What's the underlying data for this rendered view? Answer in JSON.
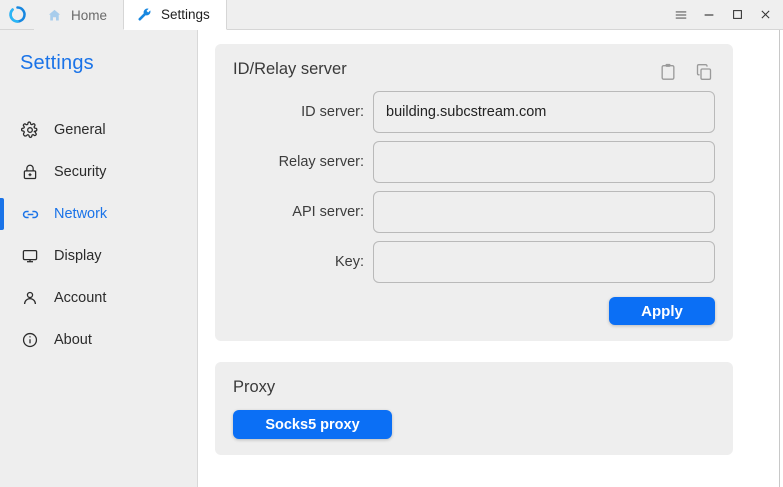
{
  "window": {
    "app_logo_icon": "rustdesk-circular-arrow-logo",
    "tabs": [
      {
        "label": "Home",
        "icon": "home-icon",
        "active": false
      },
      {
        "label": "Settings",
        "icon": "wrench-icon",
        "active": true
      }
    ],
    "controls": [
      {
        "name": "menu",
        "icon": "hamburger-menu-icon",
        "glyph": "☰"
      },
      {
        "name": "minimize",
        "icon": "minimize-icon",
        "glyph": "–"
      },
      {
        "name": "maximize",
        "icon": "maximize-icon",
        "glyph": "□"
      },
      {
        "name": "close",
        "icon": "close-icon",
        "glyph": "✕"
      }
    ]
  },
  "sidebar": {
    "title": "Settings",
    "active_color": "#1a73e8",
    "items": [
      {
        "label": "General",
        "icon": "gear-icon",
        "active": false
      },
      {
        "label": "Security",
        "icon": "lock-icon",
        "active": false
      },
      {
        "label": "Network",
        "icon": "link-icon",
        "active": true
      },
      {
        "label": "Display",
        "icon": "monitor-icon",
        "active": false
      },
      {
        "label": "Account",
        "icon": "person-icon",
        "active": false
      },
      {
        "label": "About",
        "icon": "info-icon",
        "active": false
      }
    ]
  },
  "main": {
    "id_relay_card": {
      "title": "ID/Relay server",
      "actions": [
        {
          "name": "paste",
          "icon": "clipboard-paste-icon"
        },
        {
          "name": "copy",
          "icon": "copy-icon"
        }
      ],
      "fields": [
        {
          "label": "ID server:",
          "value": "building.subcstream.com",
          "placeholder": ""
        },
        {
          "label": "Relay server:",
          "value": "",
          "placeholder": ""
        },
        {
          "label": "API server:",
          "value": "",
          "placeholder": ""
        },
        {
          "label": "Key:",
          "value": "",
          "placeholder": ""
        }
      ],
      "apply_label": "Apply",
      "apply_color": "#0b6ff5"
    },
    "proxy_card": {
      "title": "Proxy",
      "button_label": "Socks5 proxy",
      "button_color": "#0b6ff5"
    }
  }
}
